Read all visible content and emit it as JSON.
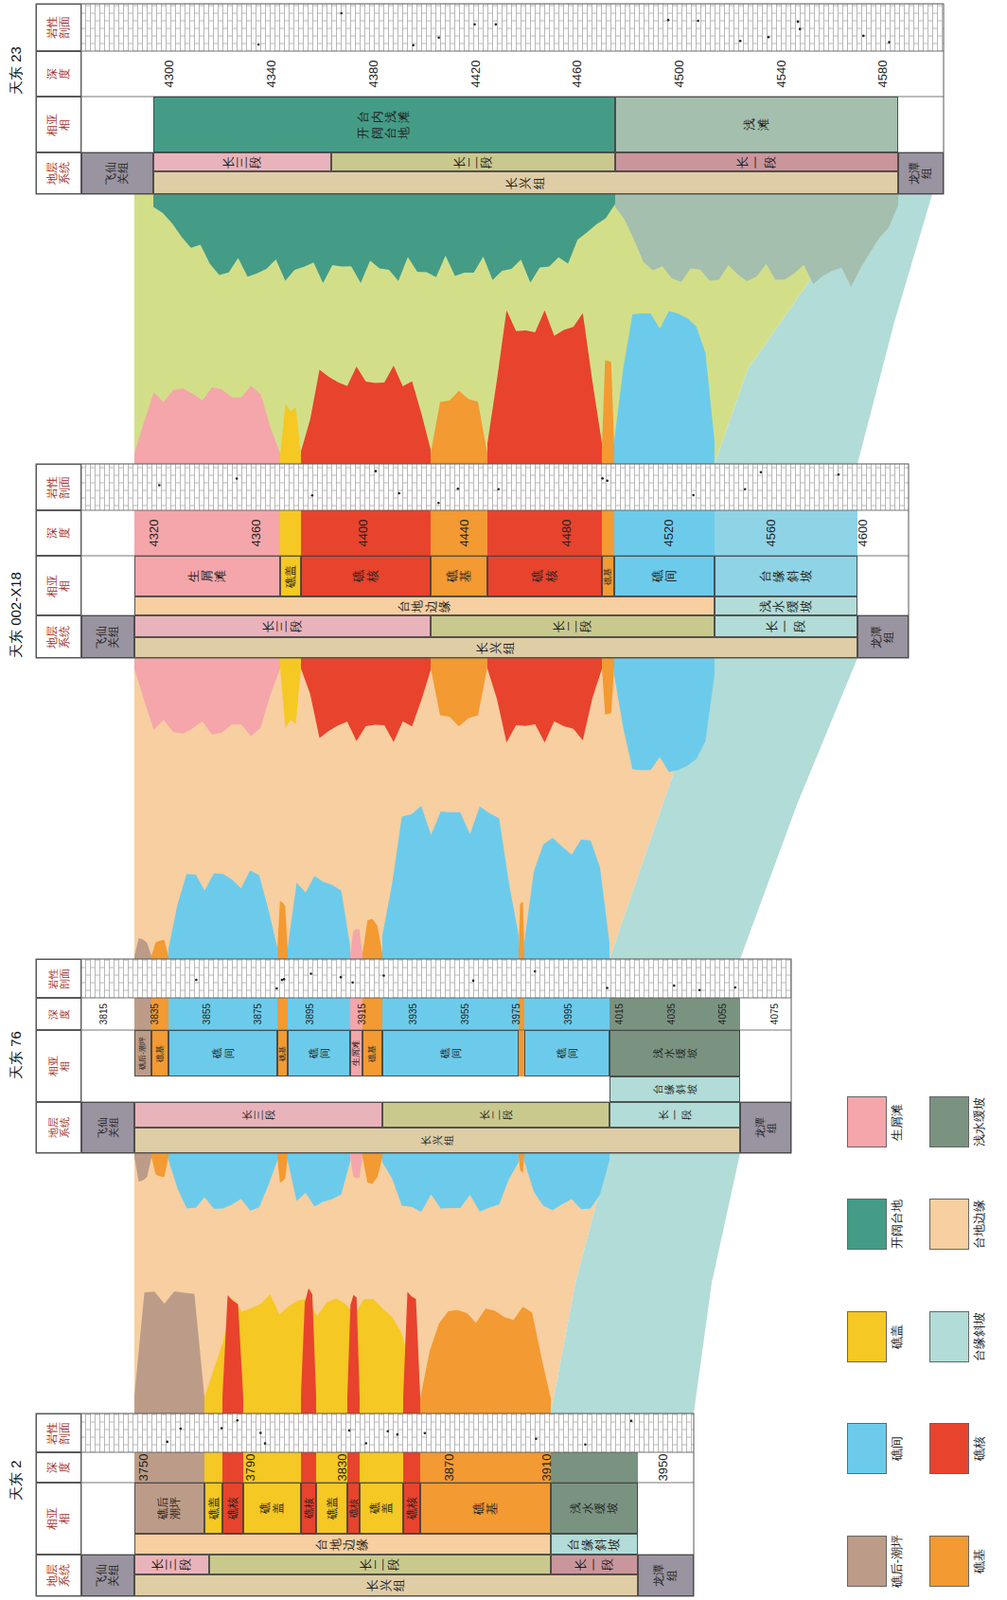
{
  "diagram": {
    "nodes": [
      {
        "text": [
          "地层系统"
        ]
      },
      {
        "text": [
          "相亚相"
        ]
      },
      {
        "text": [
          "深度"
        ]
      },
      {
        "text": [
          "岩性剖面"
        ]
      },
      {
        "text": [
          "飞仙关组"
        ]
      },
      {
        "text": [
          "长兴组"
        ]
      },
      {
        "text": [
          "龙潭组"
        ]
      },
      {
        "text": [
          "长三段"
        ]
      },
      {
        "text": [
          "长二段"
        ]
      },
      {
        "text": [
          "长一段"
        ]
      },
      {
        "text": [
          "台地边缘"
        ]
      },
      {
        "text": [
          "台缘斜坡"
        ]
      },
      {
        "text": [
          "礁后潮坪"
        ]
      },
      {
        "text": [
          "礁盖"
        ]
      },
      {
        "text": [
          "礁核"
        ]
      },
      {
        "text": [
          "礁盖"
        ]
      },
      {
        "text": [
          "礁核"
        ]
      },
      {
        "text": [
          "礁盖"
        ]
      },
      {
        "text": [
          "礁核"
        ]
      },
      {
        "text": [
          "礁盖"
        ]
      },
      {
        "text": [
          "礁核"
        ]
      },
      {
        "text": [
          "礁基"
        ]
      },
      {
        "text": [
          "浅水缓坡"
        ]
      },
      {
        "text": [
          "地层系统"
        ]
      },
      {
        "text": [
          "相亚相"
        ]
      },
      {
        "text": [
          "深度"
        ]
      },
      {
        "text": [
          "岩性剖面"
        ]
      },
      {
        "text": [
          "飞仙关组"
        ]
      },
      {
        "text": [
          "长兴组"
        ]
      },
      {
        "text": [
          "龙潭组"
        ]
      },
      {
        "text": [
          "长三段"
        ]
      },
      {
        "text": [
          "长二段"
        ]
      },
      {
        "text": [
          "长一段"
        ]
      },
      {
        "text": [
          "台缘斜坡"
        ]
      },
      {
        "text": [
          "礁后-潮坪"
        ]
      },
      {
        "text": [
          "礁基"
        ]
      },
      {
        "text": [
          "礁间"
        ]
      },
      {
        "text": [
          "礁基"
        ]
      },
      {
        "text": [
          "礁间"
        ]
      },
      {
        "text": [
          "生屑滩"
        ]
      },
      {
        "text": [
          "礁基"
        ]
      },
      {
        "text": [
          "礁间"
        ]
      },
      {
        "text": [
          "礁间"
        ]
      },
      {
        "text": [
          "浅水缓坡"
        ]
      },
      {
        "text": [
          "地层系统"
        ]
      },
      {
        "text": [
          "相亚相"
        ]
      },
      {
        "text": [
          "深度"
        ]
      },
      {
        "text": [
          "岩性剖面"
        ]
      },
      {
        "text": [
          "飞仙关组"
        ]
      },
      {
        "text": [
          "长兴组"
        ]
      },
      {
        "text": [
          "龙潭组"
        ]
      },
      {
        "text": [
          "长三段"
        ]
      },
      {
        "text": [
          "长二段"
        ]
      },
      {
        "text": [
          "长一段"
        ]
      },
      {
        "text": [
          "台地边缘"
        ]
      },
      {
        "text": [
          "浅水缓坡"
        ]
      },
      {
        "text": [
          "生屑滩"
        ]
      },
      {
        "text": [
          "礁盖"
        ]
      },
      {
        "text": [
          "礁核"
        ]
      },
      {
        "text": [
          "礁基"
        ]
      },
      {
        "text": [
          "礁核"
        ]
      },
      {
        "text": [
          "礁基"
        ]
      },
      {
        "text": [
          "礁间"
        ]
      },
      {
        "text": [
          "台缘斜坡"
        ]
      },
      {
        "text": [
          "地层系统"
        ]
      },
      {
        "text": [
          "相亚相"
        ]
      },
      {
        "text": [
          "深度"
        ]
      },
      {
        "text": [
          "岩性剖面"
        ]
      },
      {
        "text": [
          "飞仙关组"
        ]
      },
      {
        "text": [
          "长兴组"
        ]
      },
      {
        "text": [
          "龙潭组"
        ]
      },
      {
        "text": [
          "长三段"
        ]
      },
      {
        "text": [
          "长二段"
        ]
      },
      {
        "text": [
          "长一段"
        ]
      },
      {
        "text": [
          "开阔台地",
          "台内浅滩"
        ]
      },
      {
        "text": [
          "浅滩"
        ]
      }
    ],
    "labels": [
      "天东 2",
      "3750",
      "3790",
      "3830",
      "3870",
      "3910",
      "3950",
      "天东 76",
      "3815",
      "3835",
      "3855",
      "3875",
      "3895",
      "3915",
      "3935",
      "3955",
      "3975",
      "3995",
      "4015",
      "4035",
      "4055",
      "4075",
      "天东 002-X18",
      "4320",
      "4360",
      "4400",
      "4440",
      "4480",
      "4520",
      "4560",
      "4600",
      "天东 23",
      "4300",
      "4340",
      "4380",
      "4420",
      "4460",
      "4500",
      "4540",
      "4580"
    ],
    "legend": [
      {
        "text": "礁后-潮坪",
        "color": "#bc9c88"
      },
      {
        "text": "礁间",
        "color": "#6ccbeb"
      },
      {
        "text": "礁盖",
        "color": "#f5c823"
      },
      {
        "text": "开阔台地",
        "color": "#449c87"
      },
      {
        "text": "生屑滩",
        "color": "#f4a6ab"
      },
      {
        "text": "礁基",
        "color": "#f39a32"
      },
      {
        "text": "礁核",
        "color": "#e8432d"
      },
      {
        "text": "台缘斜坡",
        "color": "#b2dcd7"
      },
      {
        "text": "台地边缘",
        "color": "#f7cfa0"
      },
      {
        "text": "浅水缓坡",
        "color": "#7a9381"
      }
    ]
  }
}
